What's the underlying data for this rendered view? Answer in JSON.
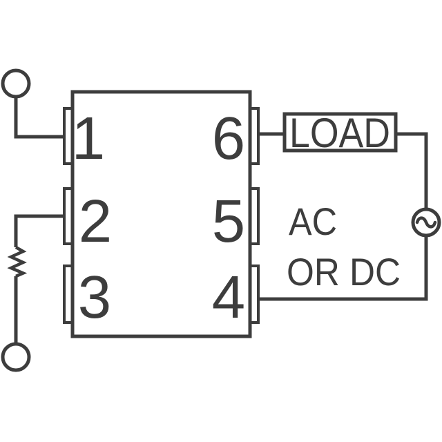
{
  "colors": {
    "line": "#3d3d3d",
    "background": "#ffffff"
  },
  "ic": {
    "pin_numbers_left": [
      "1",
      "2",
      "3"
    ],
    "pin_numbers_right": [
      "6",
      "5",
      "4"
    ]
  },
  "labels": {
    "load": "LOAD",
    "source_line1": "AC",
    "source_line2": "OR DC"
  }
}
